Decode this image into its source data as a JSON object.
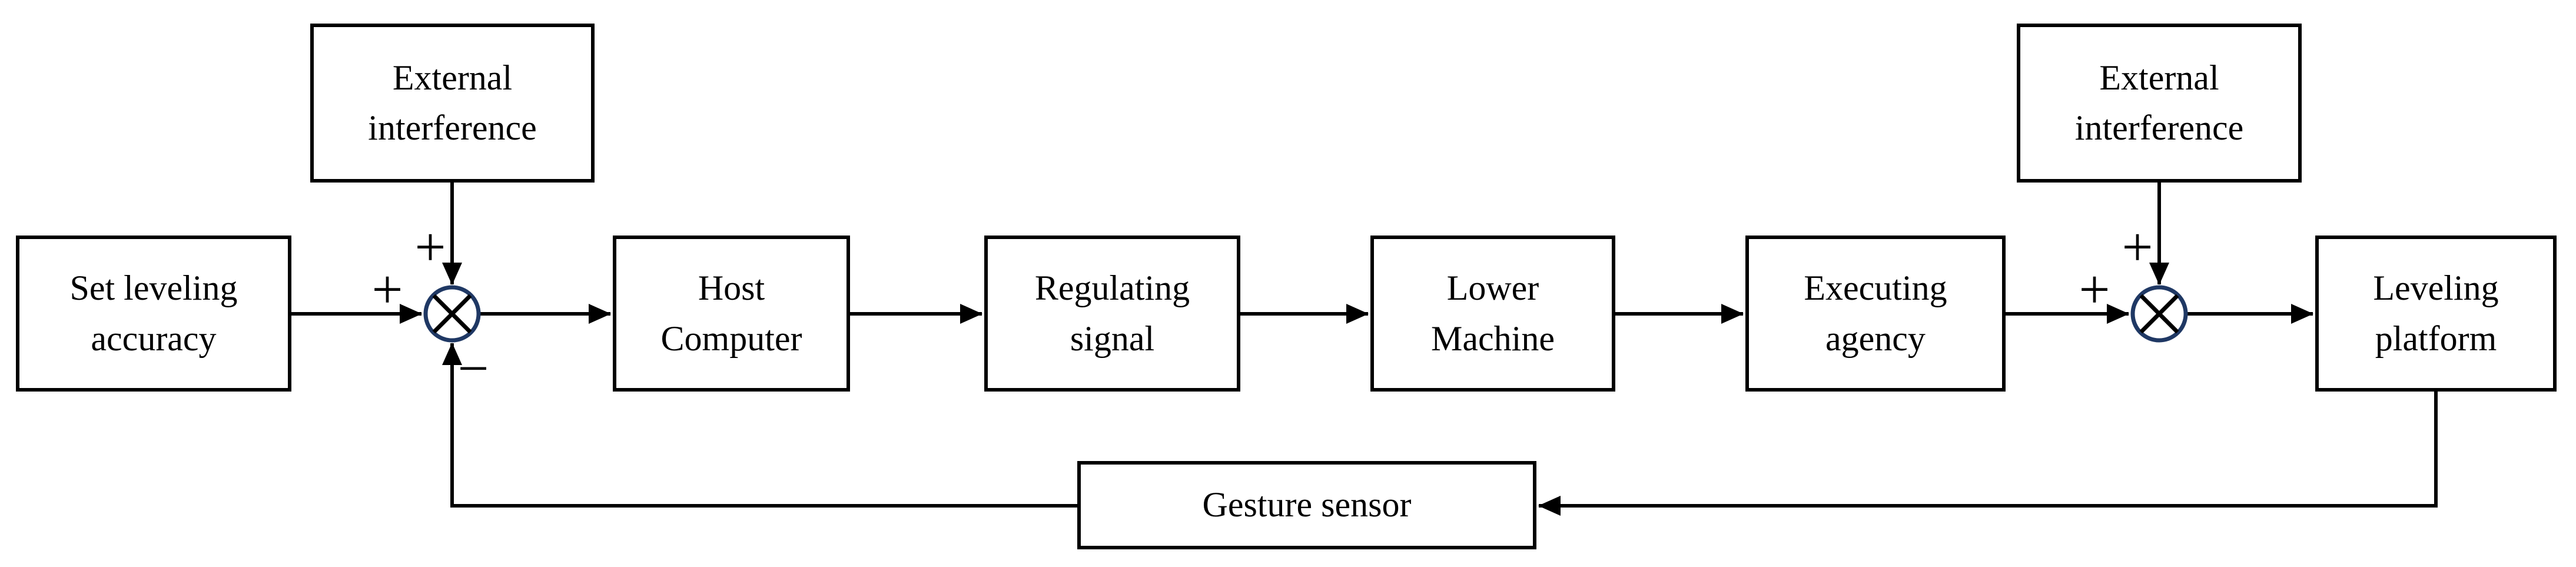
{
  "diagram": {
    "background_color": "#ffffff",
    "line_color": "#000000",
    "junction_stroke_color": "#1f3864",
    "boxes": {
      "set_leveling_accuracy": {
        "label": "Set leveling\naccuracy"
      },
      "external_interference_left": {
        "label": "External\ninterference"
      },
      "host_computer": {
        "label": "Host\nComputer"
      },
      "regulating_signal": {
        "label": "Regulating\nsignal"
      },
      "lower_machine": {
        "label": "Lower\nMachine"
      },
      "executing_agency": {
        "label": "Executing\nagency"
      },
      "external_interference_right": {
        "label": "External\ninterference"
      },
      "leveling_platform": {
        "label": "Leveling\nplatform"
      },
      "gesture_sensor": {
        "label": "Gesture sensor"
      }
    },
    "signs": {
      "j1_input_plus": "+",
      "j1_disturbance_plus": "+",
      "j1_feedback_minus": "−",
      "j2_input_plus": "+",
      "j2_disturbance_plus": "+"
    }
  }
}
